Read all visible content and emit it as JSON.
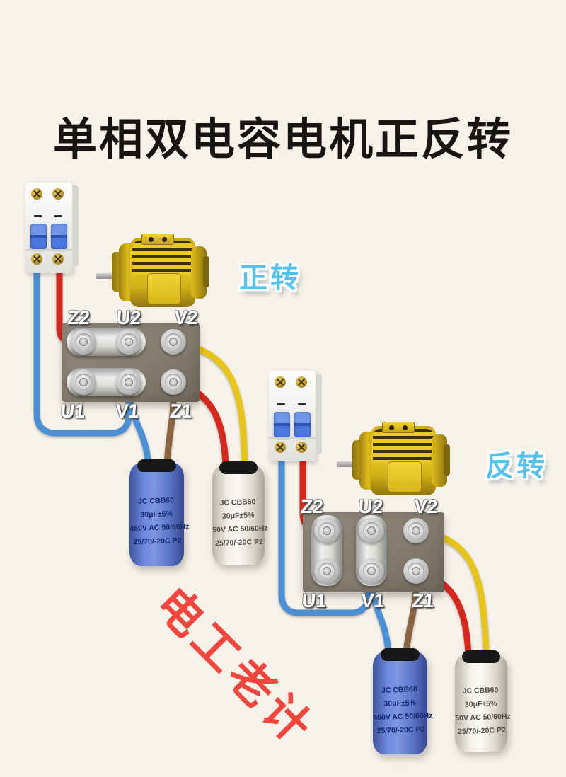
{
  "title": "单相双电容电机正反转",
  "watermark": "电工老计",
  "forward_circuit": {
    "label": "正转",
    "terminal_labels_top": [
      "Z2",
      "U2",
      "V2"
    ],
    "terminal_labels_bottom": [
      "U1",
      "V1",
      "Z1"
    ]
  },
  "reverse_circuit": {
    "label": "反转",
    "terminal_labels_top": [
      "Z2",
      "U2",
      "V2"
    ],
    "terminal_labels_bottom": [
      "U1",
      "V1",
      "Z1"
    ]
  },
  "capacitor_labels": {
    "blue": [
      "JC CBB60",
      "30μF±5%",
      "450V AC 50/60Hz",
      "25/70/-20C  P2"
    ],
    "white": [
      "JC CBB60",
      "30μF±5%",
      "50V AC 50/60Hz",
      "25/70/-20C  P2"
    ]
  },
  "colors": {
    "background": "#f6f1e9",
    "title_color": "#171513",
    "rotation_blue": "#57c1ec",
    "watermark_red": "#f1453d",
    "wire_red": "#d6281e",
    "wire_blue": "#4b8fd4",
    "wire_yellow": "#e7c419",
    "wire_brown": "#8a6340",
    "terminal_plate": "#857c6f",
    "capacitor_blue": "#5d7ed2",
    "breaker_toggle": "#3a62c8",
    "motor_gold": "#e3c11c"
  }
}
